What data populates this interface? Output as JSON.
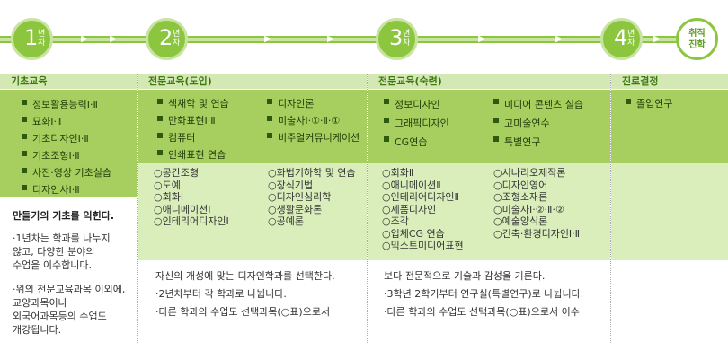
{
  "timeline": {
    "years": [
      {
        "num": "1",
        "label": "년\n차"
      },
      {
        "num": "2",
        "label": "년\n차"
      },
      {
        "num": "3",
        "label": "년\n차"
      },
      {
        "num": "4",
        "label": "년\n차"
      }
    ],
    "final_line1": "취직",
    "final_line2": "진학"
  },
  "col1": {
    "header": "기초교육",
    "courses": [
      "정보활용능력Ⅰ·Ⅱ",
      "묘화Ⅰ·Ⅱ",
      "기초디자인Ⅰ·Ⅱ",
      "기초조형Ⅰ·Ⅱ",
      "사진·영상 기초실습",
      "디자인사Ⅰ·Ⅱ"
    ],
    "title": "만들기의 기초를 익힌다.",
    "desc1_l1": "·1년차는 학과를 나누지",
    "desc1_l2": "않고, 다양한 분야의",
    "desc1_l3": "수업을 이수합니다.",
    "desc2_l1": "·위의 전문교육과목 이외에,",
    "desc2_l2": "교양과목이나",
    "desc2_l3": "외국어과목등의 수업도",
    "desc2_l4": "개강됩니다."
  },
  "col2": {
    "header": "전문교육(도입)",
    "courses_a": [
      "색채학 및 연습",
      "만화표현Ⅰ·Ⅱ",
      "컴퓨터",
      "인쇄표현 연습"
    ],
    "courses_b": [
      "디자인론",
      "미술사Ⅰ·①·Ⅱ·①",
      "비주얼커뮤니케이션"
    ],
    "electives_a": [
      "○공간조형",
      "○도예",
      "○회화Ⅰ",
      "○애니메이션Ⅰ",
      "○인테리어디자인Ⅰ"
    ],
    "electives_b": [
      "○화법기하학 및 연습",
      "○장식기법",
      "○디자인심리학",
      "○생활문화론",
      "○공예론"
    ],
    "desc_l1": "자신의 개성에 맞는 디자인학과를 선택한다.",
    "desc_l2": "·2년차부터 각 학과로 나뉩니다.",
    "desc_l3": "·다른 학과의 수업도 선택과목(○표)으로서"
  },
  "col3": {
    "header": "전문교육(숙련)",
    "courses_a": [
      "정보디자인",
      "그래픽디자인",
      "CG연습"
    ],
    "courses_b": [
      "미디어 콘텐츠 실습",
      "고미술연수",
      "특별연구"
    ],
    "electives_a": [
      "○회화Ⅱ",
      "○애니메이션Ⅱ",
      "○인테리어디자인Ⅱ",
      "○제품디자인",
      "○조각",
      "○입체CG 연습",
      "○믹스트미디어표현"
    ],
    "electives_b": [
      "○시나리오제작론",
      "○디자인영어",
      "○조형소재론",
      "○미술사Ⅰ·②·Ⅱ·②",
      "○예술양식론",
      "○건축·환경디자인Ⅰ·Ⅱ"
    ],
    "desc_l1": "보다 전문적으로 기술과 감성을 기른다.",
    "desc_l2": "·3학년 2학기부터 연구실(특별연구)로 나뉩니다.",
    "desc_l3": "·다른 학과의 수업도 선택과목(○표)으로서 이수"
  },
  "col4": {
    "header": "진로결정",
    "courses": [
      "졸업연구"
    ]
  }
}
